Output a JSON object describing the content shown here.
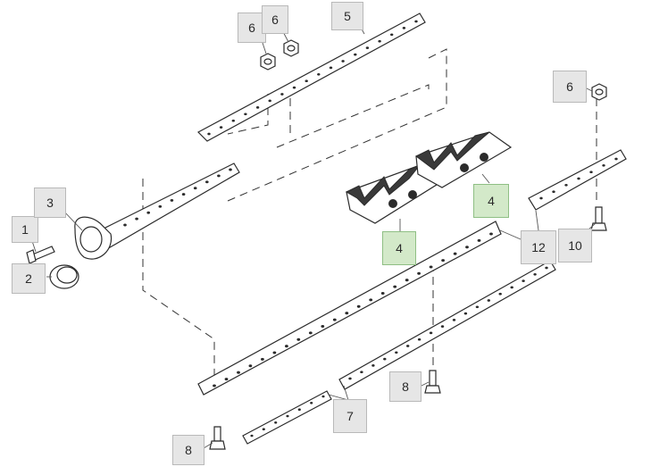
{
  "callouts": {
    "c1": "1",
    "c2": "2",
    "c3": "3",
    "c4a": "4",
    "c4b": "4",
    "c5": "5",
    "c6a": "6",
    "c6b": "6",
    "c6c": "6",
    "c7": "7",
    "c8a": "8",
    "c8b": "8",
    "c10": "10",
    "c12": "12"
  },
  "colors": {
    "line": "#2b2b2b",
    "part_fill": "#ffffff",
    "guard_fill": "#3a3a3a",
    "callout_bg": "#e6e6e6",
    "callout_highlight_bg": "#d3e9c9",
    "callout_highlight_border": "#8fbf84"
  }
}
